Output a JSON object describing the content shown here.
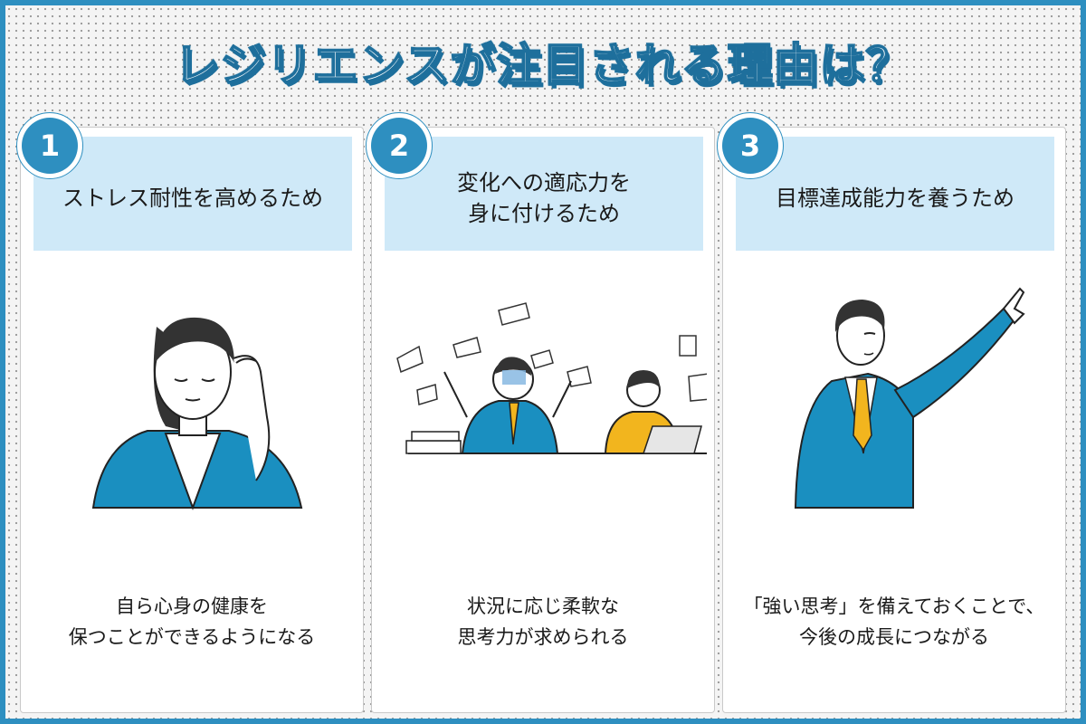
{
  "title": "レジリエンスが注目される理由は？",
  "colors": {
    "accent": "#2e8fc0",
    "header_bg": "#cfe9f8",
    "suit": "#1a8fc0",
    "tie": "#f2b51e"
  },
  "cards": [
    {
      "number": "1",
      "heading_lines": [
        "ストレス耐性を高めるため"
      ],
      "caption_lines": [
        "自ら心身の健康を",
        "保つことができるようになる"
      ]
    },
    {
      "number": "2",
      "heading_lines": [
        "変化への適応力を",
        "身に付けるため"
      ],
      "caption_lines": [
        "状況に応じ柔軟な",
        "思考力が求められる"
      ]
    },
    {
      "number": "3",
      "heading_lines": [
        "目標達成能力を養うため"
      ],
      "caption_lines": [
        "「強い思考」を備えておくことで、",
        "今後の成長につながる"
      ]
    }
  ]
}
